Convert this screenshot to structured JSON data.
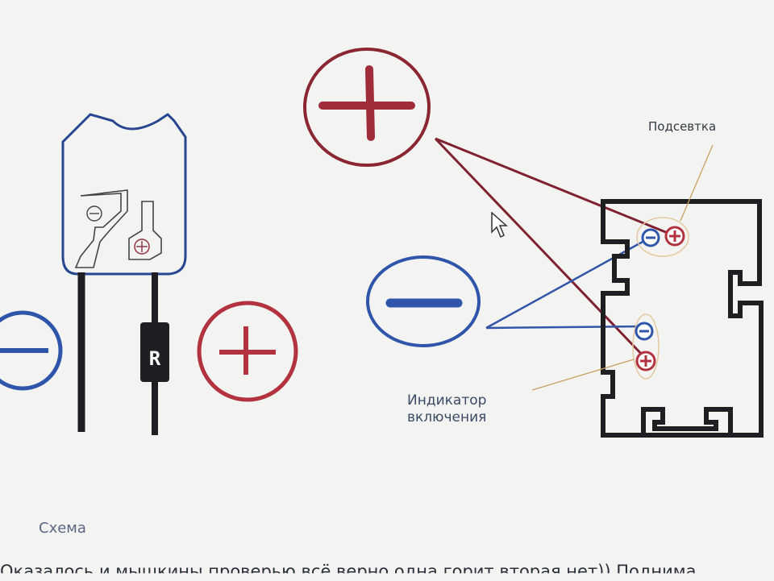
{
  "labels": {
    "backlight": "Подсевтка",
    "indicator": "Индикатор\nвключения",
    "caption": "Схема",
    "resistor": "R",
    "bottom_text": "Оказалось и мышкины проверью всё верно одна горит вторая нет)) Поднима"
  },
  "colors": {
    "plus": "#b2333f",
    "minus": "#2f55ab",
    "outline_blue": "#27468f",
    "black": "#1e1f22",
    "wire_red": "#7f2230",
    "wire_blue": "#3355a8",
    "leader": "#c8a060"
  },
  "icons": [
    "plus-symbol-icon",
    "minus-symbol-icon",
    "mouse-cursor-icon"
  ]
}
